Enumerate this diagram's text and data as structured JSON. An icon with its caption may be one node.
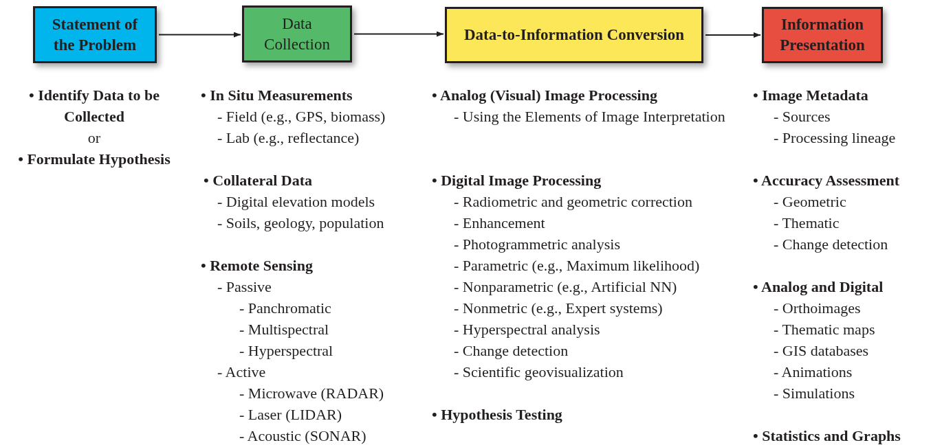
{
  "diagram": {
    "nodes": [
      {
        "text": [
          "Statement of the Problem"
        ]
      },
      {
        "text": [
          "Data Collection"
        ]
      },
      {
        "text": [
          "Data-to-Information Conversion"
        ]
      },
      {
        "text": [
          "Information Presentation"
        ]
      }
    ],
    "edges": [
      {
        "from": 0,
        "to": 1,
        "arrow": "to"
      },
      {
        "from": 1,
        "to": 2,
        "arrow": "to"
      },
      {
        "from": 2,
        "to": 3,
        "arrow": "to"
      }
    ],
    "labels": [
      "• Identify Data to be Collected",
      "or",
      "• Formulate Hypothesis",
      "• In Situ Measurements",
      "- Field (e.g., GPS, biomass)",
      "- Lab (e.g., reflectance)",
      "• Collateral Data",
      "- Digital elevation models",
      "- Soils, geology, population",
      "• Remote Sensing",
      "- Passive",
      "- Panchromatic",
      "- Multispectral",
      "- Hyperspectral",
      "- Active",
      "- Microwave (RADAR)",
      "- Laser (LIDAR)",
      "- Acoustic (SONAR)",
      "• Analog (Visual) Image Processing",
      "- Using the Elements of Image Interpretation",
      "• Digital Image Processing",
      "- Radiometric and geometric correction",
      "- Enhancement",
      "- Photogrammetric analysis",
      "- Parametric (e.g., Maximum likelihood)",
      "- Nonparametric (e.g., Artificial NN)",
      "- Nonmetric (e.g., Expert systems)",
      "- Hyperspectral analysis",
      "- Change detection",
      "- Scientific geovisualization",
      "• Hypothesis Testing",
      "• Image Metadata",
      "- Sources",
      "- Processing lineage",
      "• Accuracy Assessment",
      "- Geometric",
      "- Thematic",
      "- Change detection",
      "• Analog and Digital",
      "- Orthoimages",
      "- Thematic maps",
      "- GIS databases",
      "- Animations",
      "- Simulations",
      "• Statistics and Graphs"
    ]
  }
}
